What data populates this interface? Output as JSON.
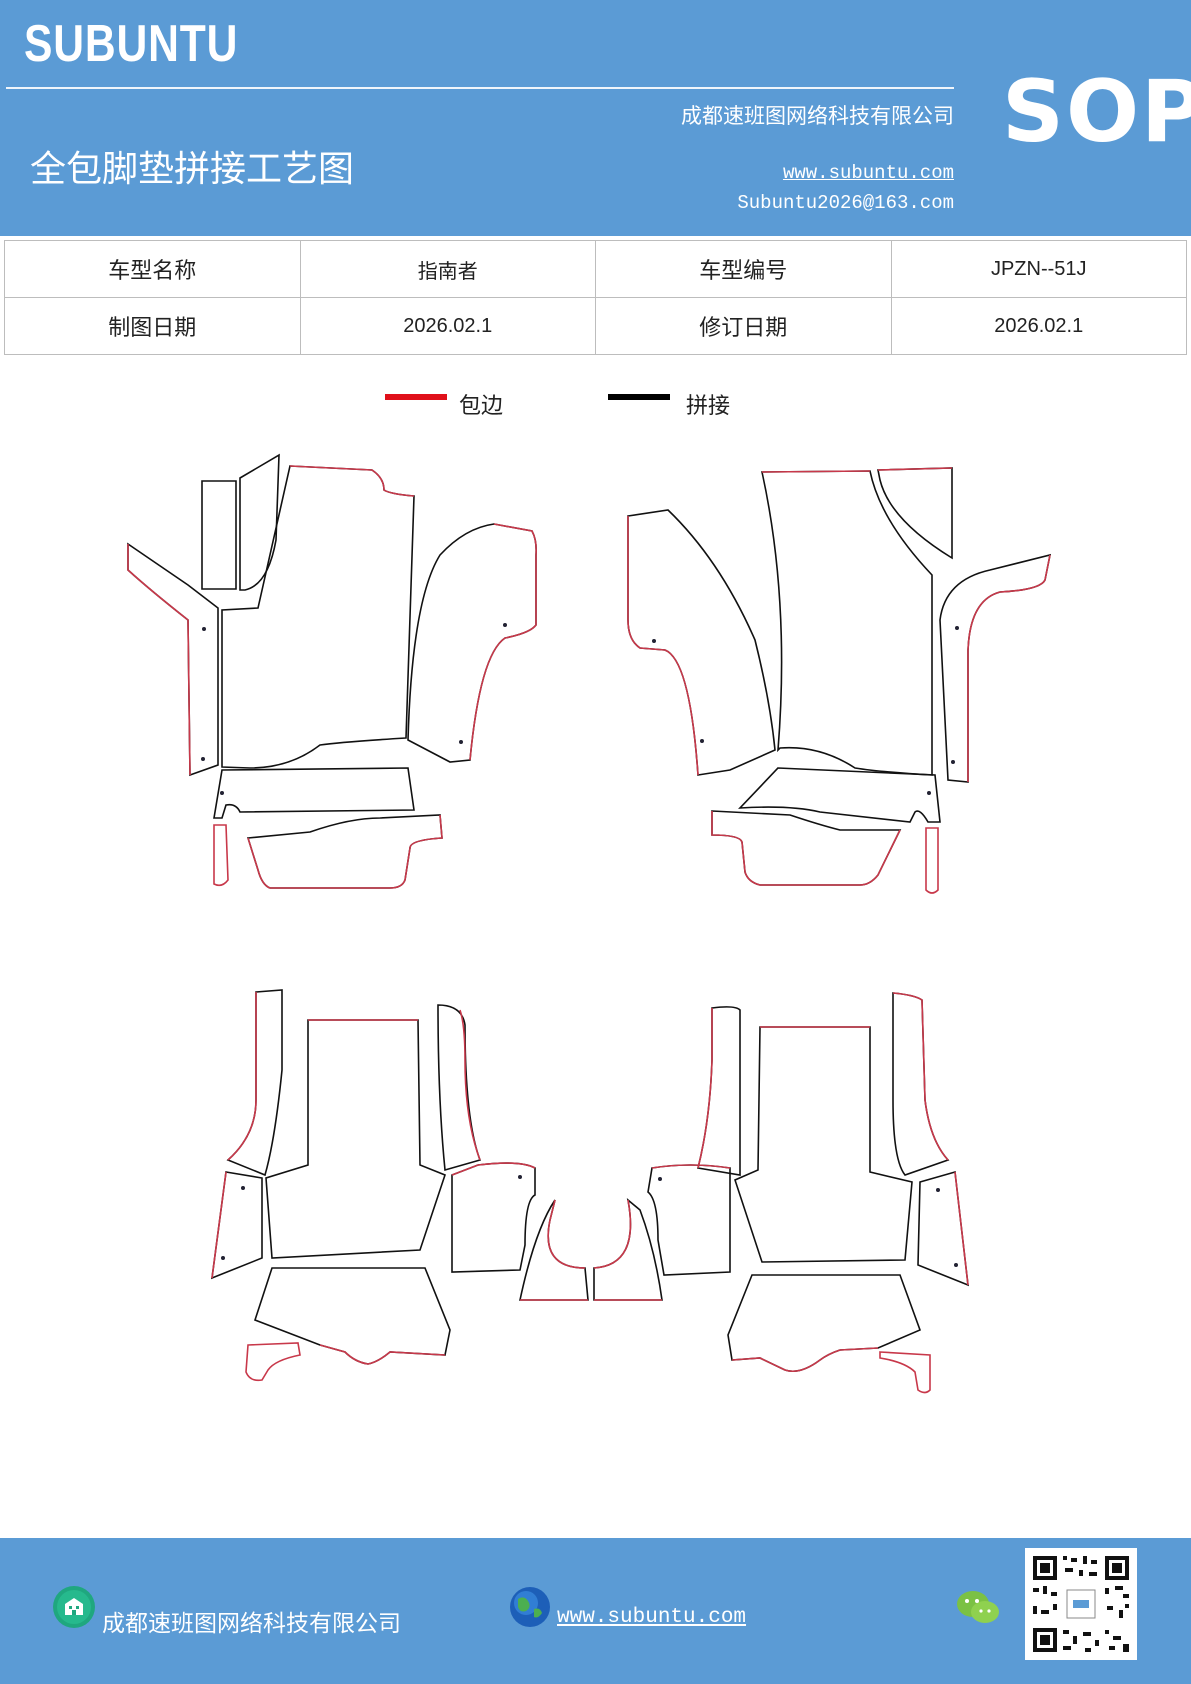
{
  "header": {
    "logo": "SUBUNTU",
    "company": "成都速班图网络科技有限公司",
    "title": "全包脚垫拼接工艺图",
    "website": "www.subuntu.com",
    "email": "Subuntu2026@163.com",
    "badge": "SOP"
  },
  "info_table": {
    "rows": [
      {
        "label1": "车型名称",
        "value1": "指南者",
        "label2": "车型编号",
        "value2": "JPZN--51J"
      },
      {
        "label1": "制图日期",
        "value1": "2026.02.1",
        "label2": "修订日期",
        "value2": "2026.02.1"
      }
    ]
  },
  "legend": {
    "items": [
      {
        "label": "包边",
        "color": "#e0101a"
      },
      {
        "label": "拼接",
        "color": "#000000"
      }
    ]
  },
  "footer": {
    "company": "成都速班图网络科技有限公司",
    "website": "www.subuntu.com"
  },
  "icons": [
    "building-icon",
    "globe-icon",
    "wechat-icon",
    "qr-code-icon"
  ]
}
